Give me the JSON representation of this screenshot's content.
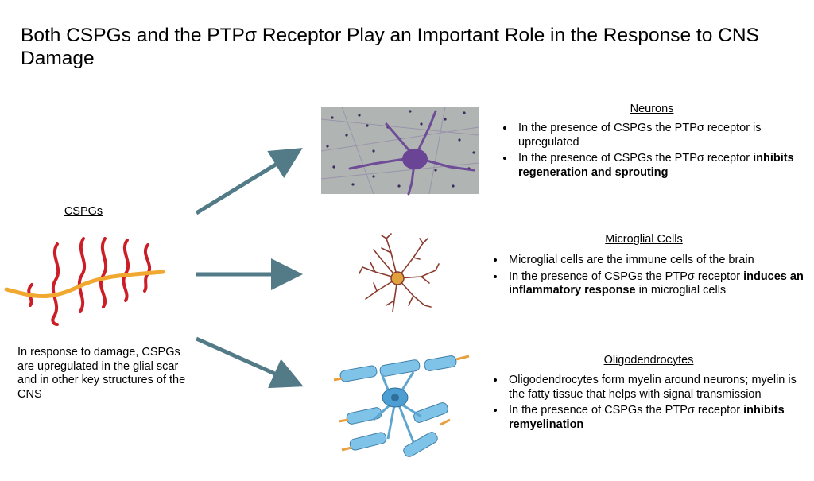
{
  "title": "Both CSPGs and the PTPσ Receptor Play an Important Role in the Response to CNS Damage",
  "cspgs": {
    "heading": "CSPGs",
    "description": "In response to damage, CSPGs are upregulated in the glial scar and in other key structures of the CNS"
  },
  "neurons": {
    "heading": "Neurons",
    "bullets": [
      {
        "text": "In the presence of CSPGs the PTPσ receptor is upregulated",
        "bold": ""
      },
      {
        "text": "In the presence of CSPGs the PTPσ receptor",
        "bold": "inhibits regeneration and sprouting",
        "after": ""
      }
    ]
  },
  "microglia": {
    "heading": "Microglial Cells",
    "bullets": [
      {
        "text": "Microglial cells are the immune cells of the brain"
      },
      {
        "text": "In the presence of CSPGs the PTPσ receptor",
        "bold": "induces an inflammatory response",
        "after": " in microglial cells"
      }
    ]
  },
  "oligodendrocytes": {
    "heading": "Oligodendrocytes",
    "bullets": [
      {
        "text": "Oligodendrocytes form myelin around neurons; myelin is the fatty tissue that helps with signal transmission"
      },
      {
        "text": "In the presence of CSPGs the PTPσ receptor",
        "bold": "inhibits remyelination",
        "after": ""
      }
    ]
  },
  "colors": {
    "arrow": "#527b87",
    "backbone": "#f0a830",
    "chains": "#cc1e26"
  }
}
